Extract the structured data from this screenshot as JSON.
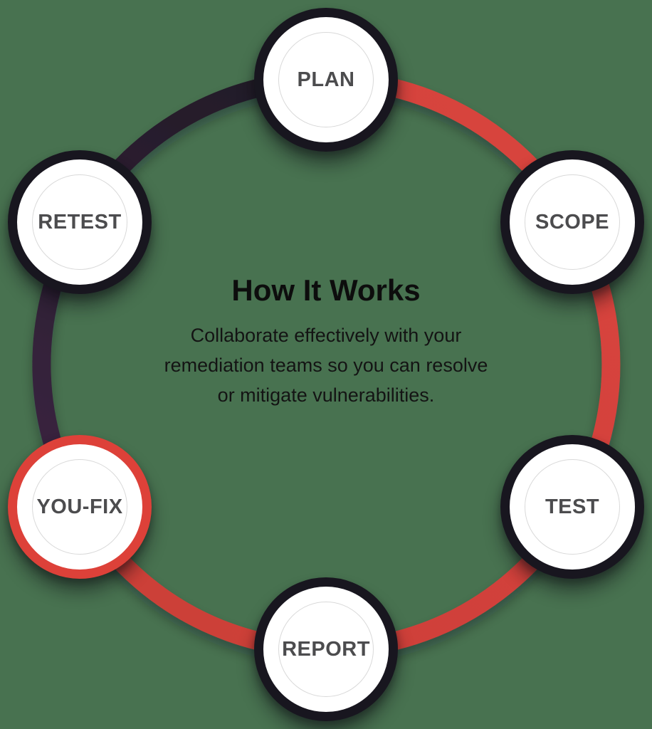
{
  "diagram": {
    "heading": "How It Works",
    "description_lines": [
      "Collaborate effectively with your",
      "remediation teams so you can resolve",
      "or mitigate vulnerabilities."
    ],
    "nodes": [
      {
        "label": "PLAN",
        "ring": "dark"
      },
      {
        "label": "SCOPE",
        "ring": "dark"
      },
      {
        "label": "TEST",
        "ring": "dark"
      },
      {
        "label": "REPORT",
        "ring": "dark"
      },
      {
        "label": "YOU-FIX",
        "ring": "red"
      },
      {
        "label": "RETEST",
        "ring": "dark"
      }
    ],
    "colors": {
      "background": "#487250",
      "node_ring_dark": "#18161f",
      "node_ring_red": "#dd4139",
      "arc_dark_start": "#211a26",
      "arc_dark_end": "#3a2340",
      "arc_red_start": "#d8443d",
      "arc_red_end": "#cb3f38",
      "node_label_color": "#4c4c4e",
      "inner_circle_color": "#d9d9d9",
      "node_fill": "#ffffff",
      "heading_color": "#0d0d0d",
      "body_text_color": "#141414"
    }
  }
}
